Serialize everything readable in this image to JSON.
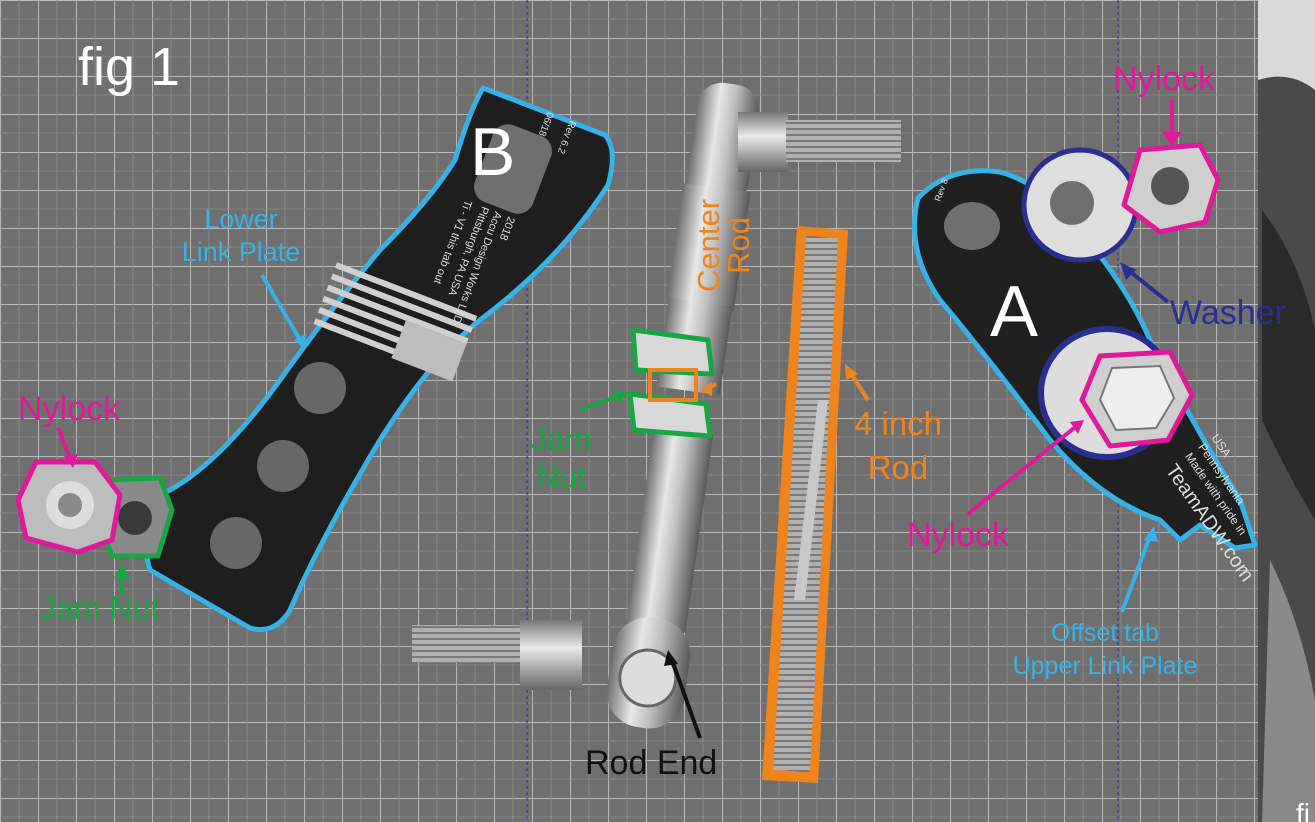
{
  "figure_label": "fig 1",
  "plate_labels": {
    "b": "B",
    "a": "A"
  },
  "annotations": {
    "nylock_top": "Nylock",
    "washer": "Washer",
    "nylock_left": "Nylock",
    "nylock_right": "Nylock",
    "lower_link_plate": [
      "Lower",
      "Link Plate"
    ],
    "jam_nut_left": "Jam Nut",
    "jam_nut_center": [
      "Jam",
      "Nut"
    ],
    "center_rod": [
      "Center",
      "Rod"
    ],
    "four_inch_rod": [
      "4 inch",
      "Rod"
    ],
    "offset_tab": [
      "Offset tab",
      "Upper Link Plate"
    ],
    "rod_end": "Rod End",
    "corner_fragment": "fi"
  },
  "engraving": {
    "plate_b": [
      "2018",
      "Accu Design Works LTD",
      "Pittsburgh, PA USA",
      "Ti - V1 this tab out",
      "Rev 6.2",
      "06/18"
    ],
    "plate_a": [
      "TeamADW.com",
      "Made with pride in",
      "Pennsylvania",
      "USA",
      "Rev 8"
    ]
  },
  "colors": {
    "nylock": "#e0199a",
    "washer": "#2a2f8f",
    "plate_outline": "#36b2e6",
    "jam_nut": "#17a640",
    "rod": "#f0841c",
    "rod_end": "#111111",
    "white_label": "#ffffff"
  }
}
